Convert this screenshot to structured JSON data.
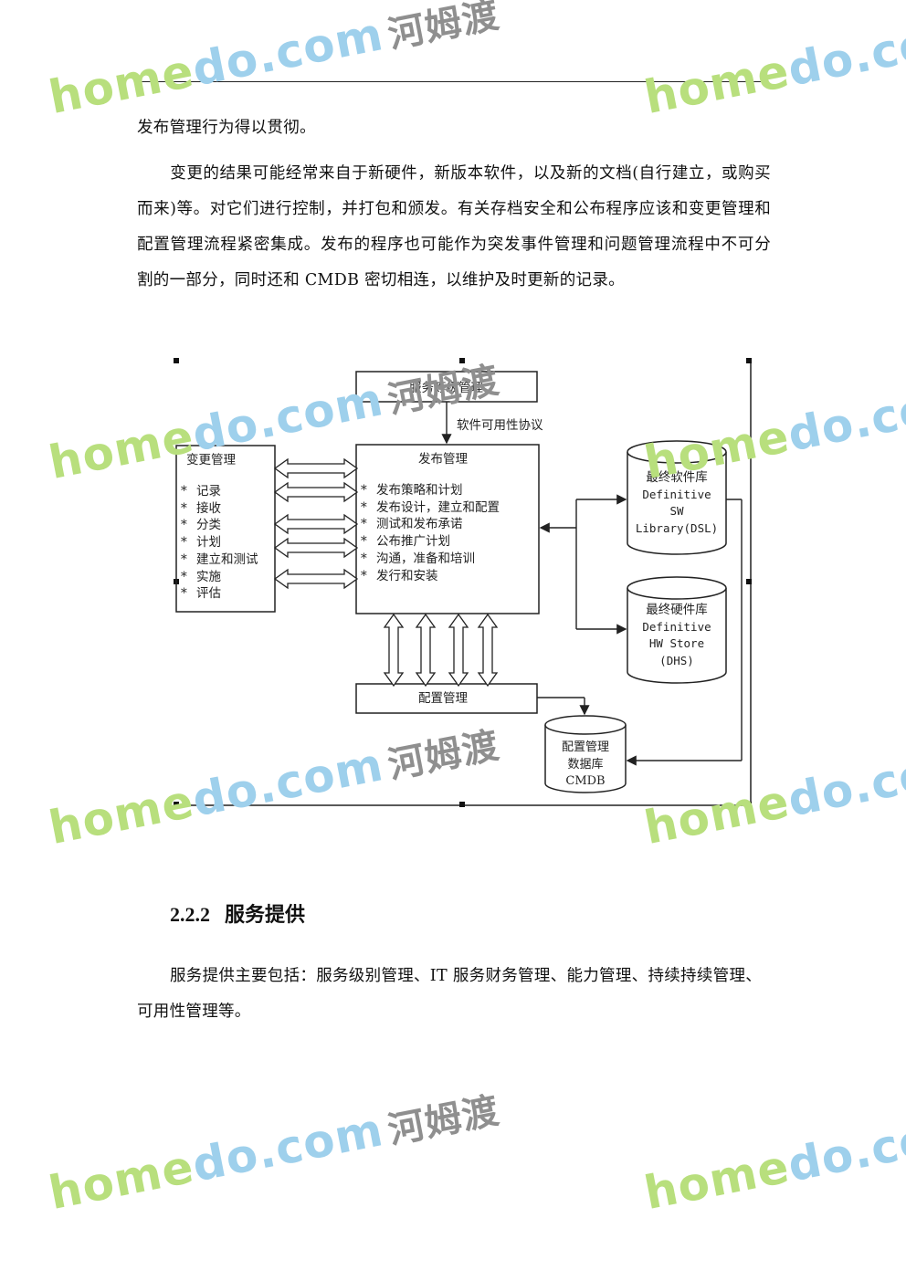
{
  "paragraphs": {
    "p1": "发布管理行为得以贯彻。",
    "p2": "变更的结果可能经常来自于新硬件，新版本软件，以及新的文档(自行建立，或购买而来)等。对它们进行控制，并打包和颁发。有关存档安全和公布程序应该和变更管理和配置管理流程紧密集成。发布的程序也可能作为突发事件管理和问题管理流程中不可分割的一部分，同时还和 CMDB 密切相连，以维护及时更新的记录。",
    "p3": "服务提供主要包括：服务级别管理、IT 服务财务管理、能力管理、持续持续管理、可用性管理等。"
  },
  "section": {
    "number": "2.2.2",
    "title": "服务提供"
  },
  "diagram": {
    "sla_box": "服务等级管理",
    "sla_arrow_label": "软件可用性协议",
    "change_mgmt": {
      "title": "变更管理",
      "items": [
        "记录",
        "接收",
        "分类",
        "计划",
        "建立和测试",
        "实施",
        "评估"
      ]
    },
    "release_mgmt": {
      "title": "发布管理",
      "items": [
        "发布策略和计划",
        "发布设计，建立和配置",
        "测试和发布承诺",
        "公布推广计划",
        "沟通，准备和培训",
        "发行和安装"
      ]
    },
    "bullet": "*",
    "dsl": [
      "最终软件库",
      "Definitive",
      "SW",
      "Library(DSL)"
    ],
    "dhs": [
      "最终硬件库",
      "Definitive",
      "HW Store",
      "(DHS)"
    ],
    "config_mgmt": "配置管理",
    "cmdb": [
      "配置管理",
      "数据库",
      "CMDB"
    ]
  },
  "watermark": {
    "brand_a": "home",
    "brand_b": "do",
    "brand_c": ".com",
    "brand_cn": "河姆渡"
  },
  "colors": {
    "wm_green": "#b8df7d",
    "wm_blue": "#9ed0ec",
    "wm_gray": "#8f8f8f"
  }
}
